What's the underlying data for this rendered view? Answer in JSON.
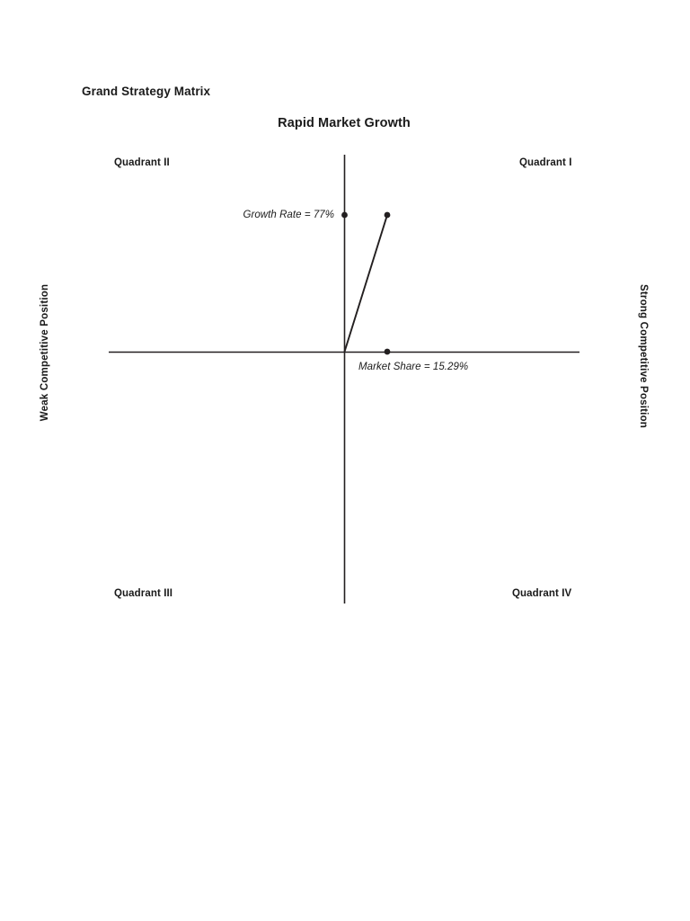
{
  "document": {
    "heading": "Grand Strategy Matrix",
    "background_color": "#ffffff",
    "text_color": "#1a1a1a"
  },
  "chart_data": {
    "type": "scatter",
    "title": "Rapid Market Growth",
    "subtitle": "",
    "xlabel": "Market Share",
    "ylabel": "Growth Rate",
    "grid": false,
    "legend_position": "none",
    "axis_color": "#231f20",
    "series_color": "#231f20",
    "origin": {
      "x": 0,
      "y": 0
    },
    "xlim": [
      -100,
      100
    ],
    "ylim": [
      -100,
      100
    ],
    "axis_extent": {
      "x_axis_left": -100,
      "x_axis_right": 100,
      "y_axis_top": 100,
      "y_axis_bottom": -100
    },
    "points": [
      {
        "name": "company-position",
        "x": 15.29,
        "y": 77,
        "label": ""
      },
      {
        "name": "growth-rate-axis-marker",
        "x": 0,
        "y": 77,
        "label": "Growth Rate = 77%"
      },
      {
        "name": "market-share-axis-marker",
        "x": 15.29,
        "y": 0,
        "label": "Market Share = 15.29%"
      }
    ],
    "vector": {
      "from": [
        0,
        0
      ],
      "to": [
        15.29,
        77
      ]
    },
    "annotations": [
      {
        "name": "growth-rate",
        "text": "Growth Rate = 77%",
        "value": 77,
        "unit": "%"
      },
      {
        "name": "market-share",
        "text": "Market Share = 15.29%",
        "value": 15.29,
        "unit": "%"
      }
    ],
    "quadrants": [
      {
        "id": "I",
        "label": "Quadrant I",
        "position": "top-right"
      },
      {
        "id": "II",
        "label": "Quadrant II",
        "position": "top-left"
      },
      {
        "id": "III",
        "label": "Quadrant III",
        "position": "bottom-left"
      },
      {
        "id": "IV",
        "label": "Quadrant IV",
        "position": "bottom-right"
      }
    ],
    "axis_titles": {
      "top": "Rapid Market Growth",
      "left": "Weak Competitive Position",
      "right": "Strong Competitive Position",
      "bottom": ""
    }
  }
}
